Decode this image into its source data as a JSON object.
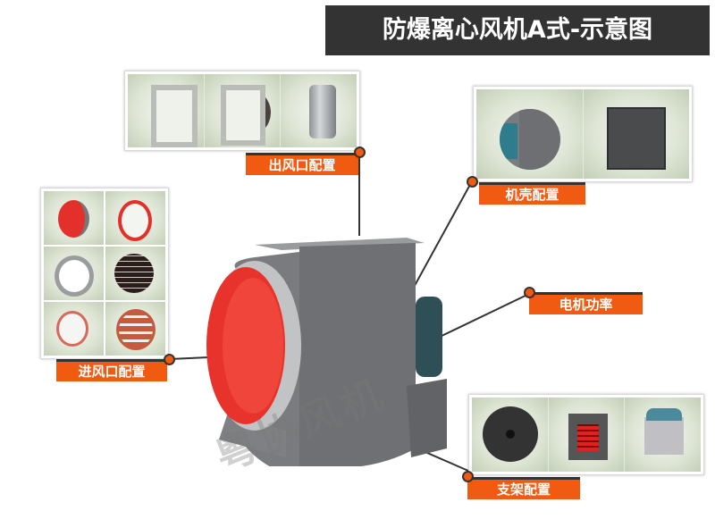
{
  "title": "防爆离心风机A式-示意图",
  "watermark": "粤协风机",
  "colors": {
    "accent": "#f15a11",
    "title_bg": "#333333",
    "fan_body": "#6d6e70",
    "inlet_red": "#e8332a"
  },
  "callouts": {
    "outlet": {
      "label": "出风口配置",
      "items": [
        "rectangular-flange-icon",
        "flange-with-damper-icon",
        "cylindrical-silencer-icon"
      ]
    },
    "housing": {
      "label": "机壳配置",
      "items": [
        "housing-cutaway-icon",
        "access-door-icon"
      ]
    },
    "inlet": {
      "label": "进风口配置",
      "items": [
        "red-inlet-cone-icon",
        "red-inlet-ring-icon",
        "inlet-flange-ring-icon",
        "inlet-grille-icon",
        "red-flange-ring-icon",
        "inlet-damper-icon"
      ]
    },
    "motor": {
      "label": "电机功率"
    },
    "support": {
      "label": "支架配置",
      "items": [
        "rubber-damper-pad-icon",
        "spring-vibration-isolator-icon",
        "motor-base-icon"
      ]
    }
  }
}
